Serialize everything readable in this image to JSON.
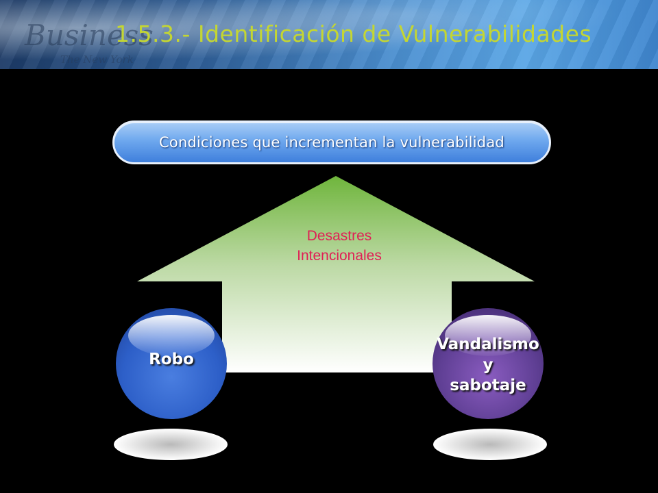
{
  "slide": {
    "title": "1.5.3.- Identificación de Vulnerabilidades",
    "watermark_text": "Business",
    "watermark_subtext": "The New York"
  },
  "header_box": {
    "label": "Condiciones que incrementan la vulnerabilidad"
  },
  "arrow": {
    "line1": "Desastres",
    "line2": "Intencionales"
  },
  "nodes": [
    {
      "line1": "Robo",
      "line2": "",
      "line3": "",
      "color": "#2d5fc8"
    },
    {
      "line1": "Vandalismo",
      "line2": "y",
      "line3": "sabotaje",
      "color": "#5f3f94"
    }
  ],
  "colors": {
    "title": "#c4d632",
    "arrow_label": "#e01f55",
    "pill": "#5a96e6",
    "arrow_top": "#6fb53c",
    "arrow_bottom": "#ffffff"
  }
}
